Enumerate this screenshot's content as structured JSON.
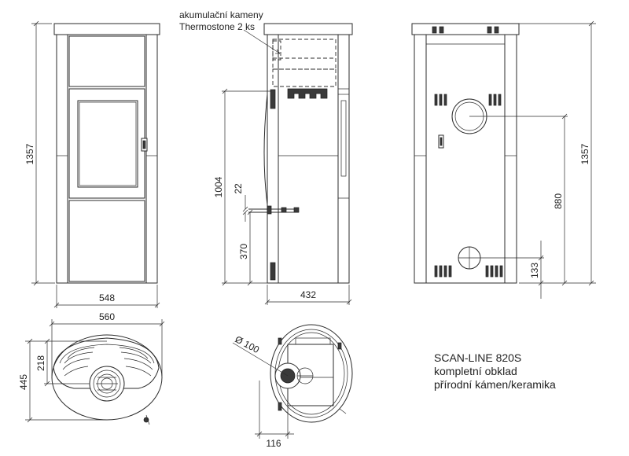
{
  "annotation": {
    "line1": "akumulační kameny",
    "line2": "Thermostone 2 ks"
  },
  "dimensions": {
    "front_height": "1357",
    "front_width": "548",
    "side_height_door": "1004",
    "side_gap": "22",
    "side_low": "370",
    "side_width": "432",
    "back_flue_height": "880",
    "back_height": "1357",
    "back_inlet_height": "133",
    "top_width": "560",
    "top_depth": "445",
    "top_inlet_offset": "218",
    "pipe_diameter": "Ø 100",
    "pipe_offset": "116"
  },
  "product": {
    "name": "SCAN-LINE 820S",
    "line2": "kompletní obklad",
    "line3": "přírodní kámen/keramika"
  }
}
